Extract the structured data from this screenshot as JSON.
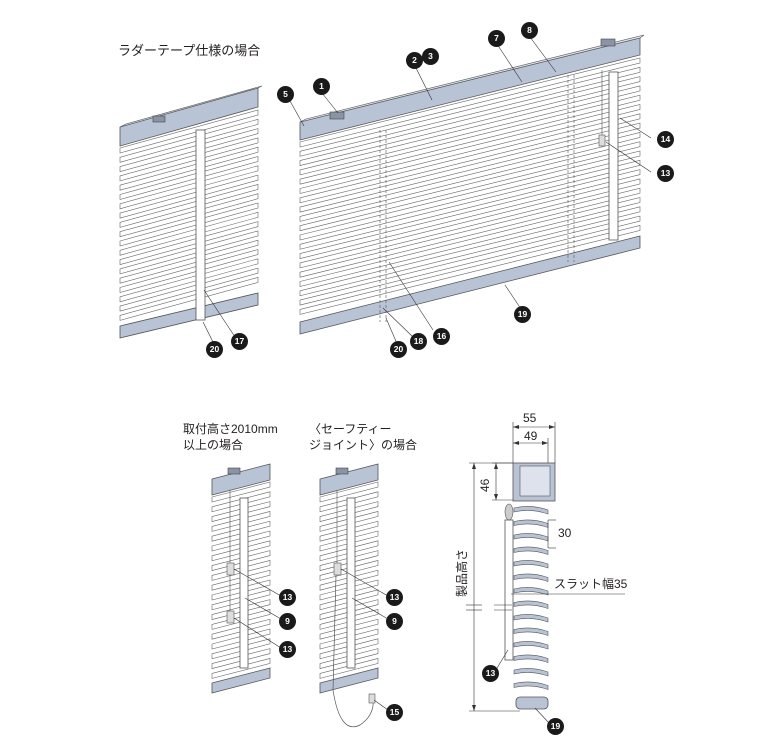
{
  "colors": {
    "frame": "#b9c3d6",
    "slat": "#ffffff",
    "line": "#555555",
    "badge": "#1a1a1a",
    "accent": "#6b778a"
  },
  "captions": {
    "ladder_tape": "ラダーテープ仕様の場合",
    "over_2010": "取付高さ2010mm\n以上の場合",
    "safety_joint": "〈セーフティー\nジョイント〉の場合"
  },
  "dimensions": {
    "w55": "55",
    "w49": "49",
    "h46": "46",
    "p30": "30",
    "slat_width": "スラット幅35",
    "product_height": "製品高さ"
  },
  "callouts": {
    "n1": "1",
    "n2": "2",
    "n3": "3",
    "n5": "5",
    "n7": "7",
    "n8": "8",
    "n9": "9",
    "n13": "13",
    "n14": "14",
    "n15": "15",
    "n16": "16",
    "n17": "17",
    "n18": "18",
    "n19": "19",
    "n20": "20"
  }
}
